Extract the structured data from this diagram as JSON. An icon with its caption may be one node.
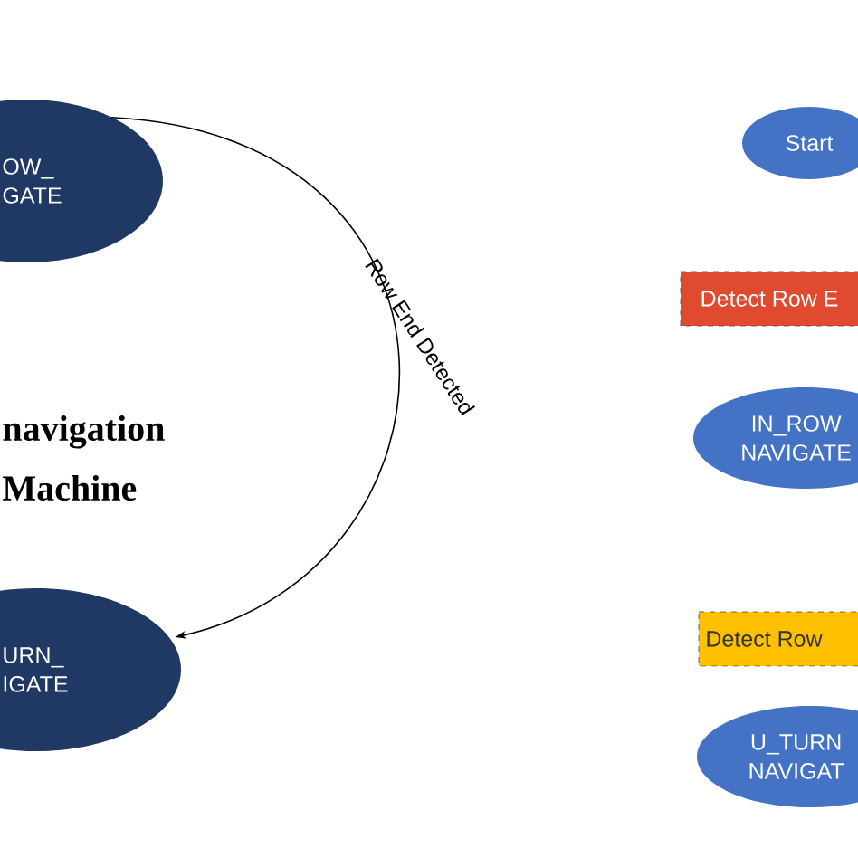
{
  "diagram": {
    "nodes": [
      {
        "text": [
          "OW_ GATE"
        ]
      },
      {
        "text": [
          "URN_ IGATE"
        ]
      },
      {
        "text": [
          "Start"
        ]
      },
      {
        "text": [
          "Detect Row E"
        ]
      },
      {
        "text": [
          "IN_ROW NAVIGATE"
        ]
      },
      {
        "text": [
          "Detect Row"
        ]
      },
      {
        "text": [
          "U_TURN NAVIGAT"
        ]
      }
    ],
    "edges": [
      {
        "from": 0,
        "to": 1,
        "arrow": "to",
        "label": "Row End Detected"
      }
    ],
    "title": "navigation Machine"
  }
}
